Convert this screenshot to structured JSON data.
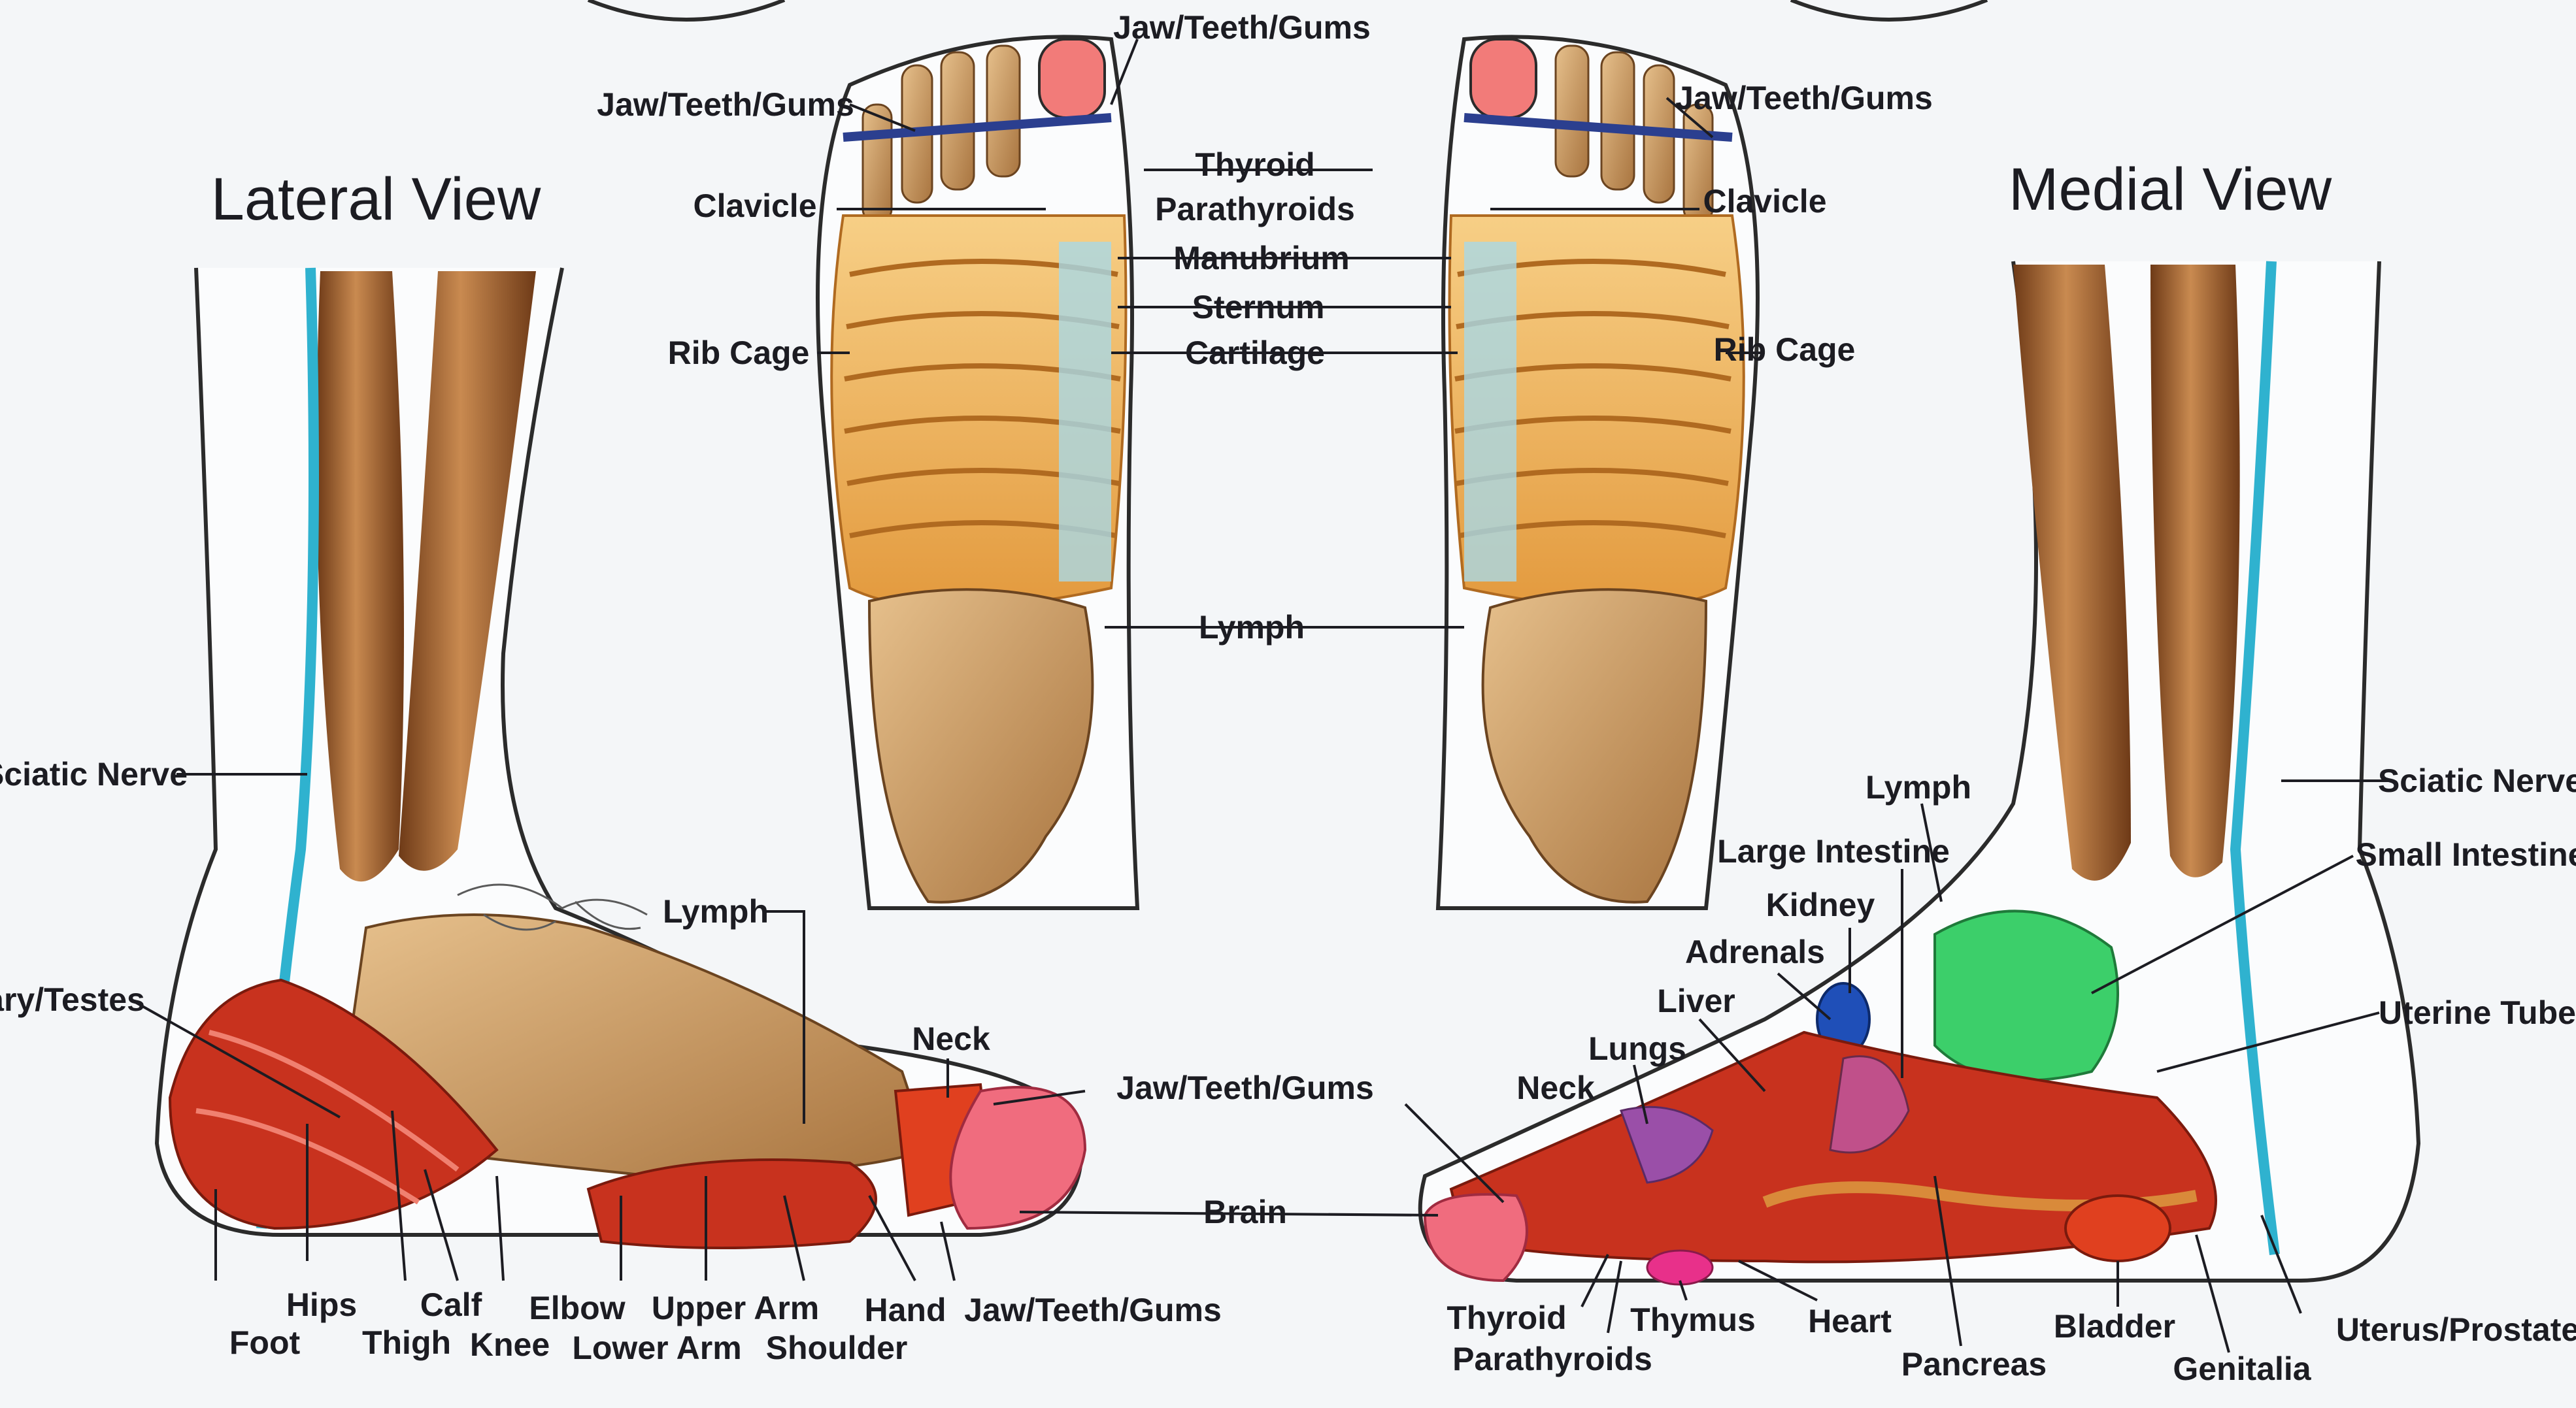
{
  "views": {
    "lateral_title": "Lateral View",
    "medial_title": "Medial View"
  },
  "labels": {
    "top_center": "Jaw/Teeth/Gums",
    "top_left_jaw": "Jaw/Teeth/Gums",
    "top_right_jaw": "Jaw/Teeth/Gums",
    "thyroid": "Thyroid",
    "parathyroids": "Parathyroids",
    "clavicle_left": "Clavicle",
    "clavicle_right": "Clavicle",
    "manubrium": "Manubrium",
    "sternum": "Sternum",
    "cartilage": "Cartilage",
    "rib_cage_left": "Rib Cage",
    "rib_cage_right": "Rib Cage",
    "lymph_center": "Lymph",
    "sciatic_left": "Sciatic Nerve",
    "sciatic_right": "Sciatic Nerve",
    "ovary_testes": "ary/Testes",
    "lymph_lateral": "Lymph",
    "neck_lateral": "Neck",
    "jaw_lateral_upper": "Jaw/Teeth/Gums",
    "brain": "Brain",
    "foot": "Foot",
    "hips": "Hips",
    "thigh": "Thigh",
    "calf": "Calf",
    "knee": "Knee",
    "elbow": "Elbow",
    "lower_arm": "Lower Arm",
    "upper_arm": "Upper Arm",
    "shoulder": "Shoulder",
    "hand": "Hand",
    "jaw_lateral_lower": "Jaw/Teeth/Gums",
    "neck_medial": "Neck",
    "lungs": "Lungs",
    "liver": "Liver",
    "adrenals": "Adrenals",
    "kidney": "Kidney",
    "large_intestine": "Large Intestine",
    "lymph_medial": "Lymph",
    "small_intestine": "Small Intestine",
    "uterine_tube": "Uterine Tube",
    "thyroid_medial": "Thyroid",
    "parathyroids_medial": "Parathyroids",
    "thymus": "Thymus",
    "heart": "Heart",
    "pancreas": "Pancreas",
    "bladder": "Bladder",
    "genitalia": "Genitalia",
    "uterus_prostate": "Uterus/Prostate"
  },
  "colors": {
    "bone": "#c99a66",
    "muscle": "#c8321e",
    "rib": "#f0b964",
    "cartilage": "#a9d8e6",
    "nerve": "#2fb2cf",
    "leg": "#9c5a2a",
    "brain_toe": "#f06c7e",
    "intestine": "#3ccf6a",
    "kidney": "#1f4fb8"
  }
}
